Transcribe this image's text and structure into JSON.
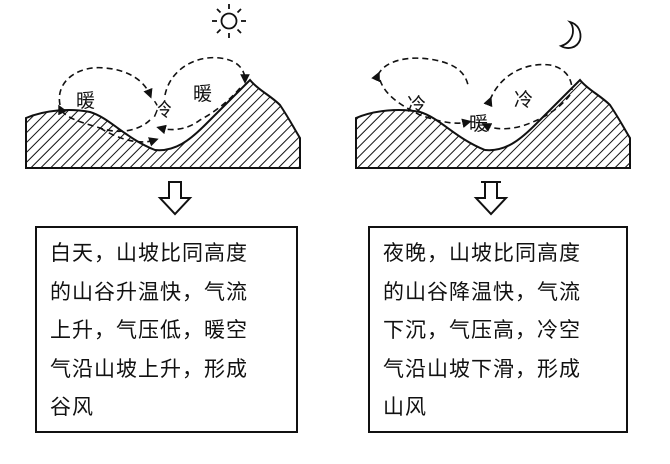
{
  "day": {
    "labels": {
      "warm_left": "暖",
      "cold": "冷",
      "warm_right": "暖"
    },
    "icon": "sun-icon",
    "text_lines": [
      "白天，山坡比同高度",
      "的山谷升温快，气流",
      "上升，气压低，暖空",
      "气沿山坡上升，形成",
      "谷风"
    ]
  },
  "night": {
    "labels": {
      "cold_left": "冷",
      "warm": "暖",
      "cold_right": "冷"
    },
    "icon": "moon-icon",
    "text_lines": [
      "夜晚，山坡比同高度",
      "的山谷降温快，气流",
      "下沉，气压高，冷空",
      "气沿山坡下滑，形成",
      "山风"
    ]
  }
}
